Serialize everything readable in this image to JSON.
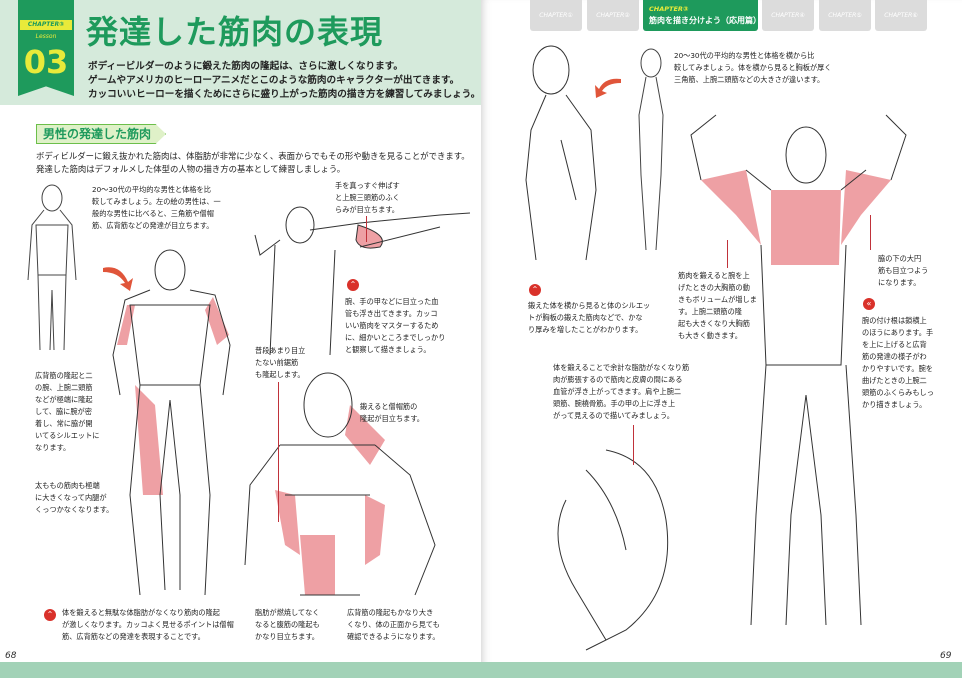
{
  "left_page": {
    "chapter_label": "CHAPTER③",
    "lesson_label": "Lesson",
    "lesson_number": "03",
    "title": "発達した筋肉の表現",
    "lead": [
      "ボディービルダーのように鍛えた筋肉の隆起は、さらに激しくなります。",
      "ゲームやアメリカのヒーローアニメだとこのような筋肉のキャラクターが出てきます。",
      "カッコいいヒーローを描くためにさらに盛り上がった筋肉の描き方を練習してみましょう。"
    ],
    "section_title": "男性の発達した筋肉",
    "body": [
      "ボディビルダーに鍛え抜かれた筋肉は、体脂肪が非常に少なく、表面からでもその形や動きを見ることができます。",
      "発達した筋肉はデフォルメした体型の人物の描き方の基本として練習しましょう。"
    ],
    "captions": {
      "compare": [
        "20～30代の平均的な男性と体格を比",
        "較してみましょう。左の絵の男性は、一",
        "般的な男性に比べると、三角筋や僧帽",
        "筋、広背筋などの発達が目立ちます。"
      ],
      "arm": [
        "手を真っすぐ伸ばす",
        "と上腕三頭筋のふく",
        "らみが目立ちます。"
      ],
      "veins": [
        "腕、手の甲などに目立った血",
        "管も浮き出てきます。カッコ",
        "いい筋肉をマスターするため",
        "に、細かいところまでしっかり",
        "と観察して描きましょう。"
      ],
      "serratus": [
        "普段あまり目立",
        "たない前鋸筋",
        "も隆起します。"
      ],
      "trapezius": [
        "鍛えると僧帽筋の",
        "隆起が目立ちます。"
      ],
      "lats": [
        "広背筋の隆起と二",
        "の腕、上腕二頭筋",
        "などが極端に隆起",
        "して、脇に腕が密",
        "着し、常に脇が開",
        "いてるシルエットに",
        "なります。"
      ],
      "thigh": [
        "太ももの筋肉も極端",
        "に大きくなって内腿が",
        "くっつかなくなります。"
      ],
      "fat": [
        "体を鍛えると無駄な体脂肪がなくなり筋肉の隆起",
        "が激しくなります。カッコよく見せるポイントは僧帽",
        "筋、広背筋などの発達を表現することです。"
      ],
      "abs": [
        "脂肪が燃焼してなく",
        "なると腹筋の隆起も",
        "かなり目立ちます。"
      ],
      "back": [
        "広背筋の隆起もかなり大き",
        "くなり、体の正面から見ても",
        "確認できるようになります。"
      ]
    },
    "page_number": "68"
  },
  "right_page": {
    "tabs": [
      {
        "label": "CHAPTER①"
      },
      {
        "label": "CHAPTER②"
      },
      {
        "label": "CHAPTER③",
        "title": "筋肉を描き分けよう（応用篇）",
        "active": true
      },
      {
        "label": "CHAPTER④"
      },
      {
        "label": "CHAPTER⑤"
      },
      {
        "label": "CHAPTER⑥"
      }
    ],
    "captions": {
      "side": [
        "20～30代の平均的な男性と体格を横から比",
        "較してみましょう。体を横から見ると胸板が厚く",
        "三角筋、上腕二頭筋などの大きさが違います。"
      ],
      "silhouette": [
        "鍛えた体を横から見ると体のシルエッ",
        "トが胸板の鍛えた筋肉などで、かな",
        "り厚みを増したことがわかります。"
      ],
      "pecs": [
        "筋肉を鍛えると腕を上",
        "げたときの大胸筋の動",
        "きもボリュームが増しま",
        "す。上腕二頭筋の隆",
        "起も大きくなり大胸筋",
        "も大きく動きます。"
      ],
      "teres": [
        "脇の下の大円",
        "筋も目立つよう",
        "になります。"
      ],
      "veins": [
        "体を鍛えることで余計な脂肪がなくなり筋",
        "肉が膨張するので筋肉と皮膚の間にある",
        "血管が浮き上がってきます。肩や上腕二",
        "頭筋、腕橈骨筋。手の甲の上に浮き上",
        "がって見えるので描いてみましょう。"
      ],
      "armpit": [
        "腕の付け根は鎖横上",
        "のほうにあります。手",
        "を上に上げると広背",
        "筋の発達の様子がわ",
        "かりやすいです。腕を",
        "曲げたときの上腕二",
        "頭筋のふくらみもしっ",
        "かり描きましょう。"
      ]
    },
    "page_number": "69"
  },
  "colors": {
    "green": "#1e9a5c",
    "band": "#d5eadb",
    "yellow": "#e8ea3a",
    "muscle": "#eea0a4",
    "badge": "#d9312a"
  }
}
